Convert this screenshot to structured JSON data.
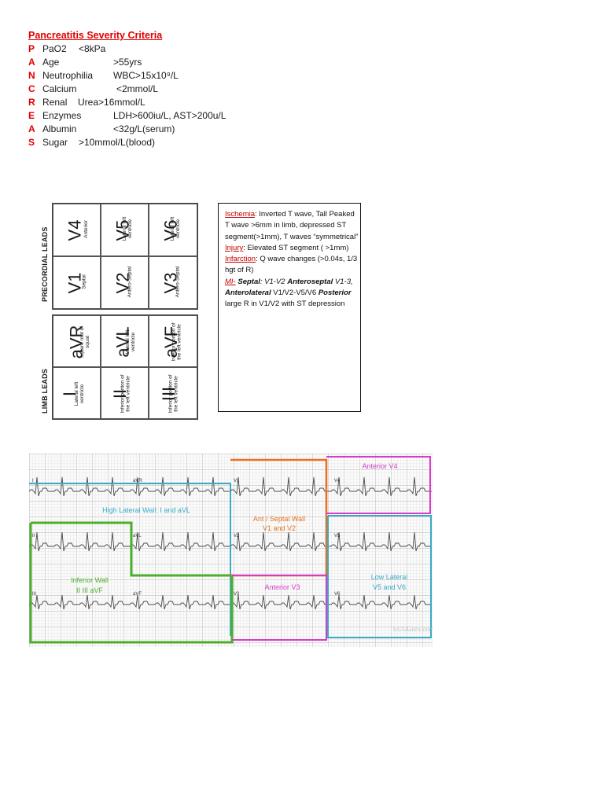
{
  "pancreatitis": {
    "title": "Pancreatitis Severity Criteria",
    "rows": [
      {
        "letter": "P",
        "name": "PaO2",
        "value": "<8kPa"
      },
      {
        "letter": "A",
        "name": "Age",
        "value": ">55yrs"
      },
      {
        "letter": "N",
        "name": "Neutrophilia",
        "value": "WBC>15x10⁹/L"
      },
      {
        "letter": "C",
        "name": "Calcium",
        "value": "<2mmol/L"
      },
      {
        "letter": "R",
        "name": "Renal",
        "value": "Urea>16mmol/L"
      },
      {
        "letter": "E",
        "name": "Enzymes",
        "value": "LDH>600iu/L, AST>200u/L"
      },
      {
        "letter": "A",
        "name": "Albumin",
        "value": "<32g/L(serum)"
      },
      {
        "letter": "S",
        "name": "Sugar",
        "value": ">10mmol/L(blood)"
      }
    ]
  },
  "leads_table": {
    "precordial_label": "PRECORDIAL LEADS",
    "limb_label": "LIMB LEADS",
    "precordial": [
      {
        "lead": "V4",
        "desc": "Anterior"
      },
      {
        "lead": "V5",
        "desc": "Lateral left\nventricle"
      },
      {
        "lead": "V6",
        "desc": "Lateral left\nventricle"
      },
      {
        "lead": "V1",
        "desc": "Septal"
      },
      {
        "lead": "V2",
        "desc": "Antero-Septal"
      },
      {
        "lead": "V3",
        "desc": "Antero-Septal"
      }
    ],
    "limb": [
      {
        "lead": "aVR",
        "desc": "square root of\nsquat"
      },
      {
        "lead": "aVL",
        "desc": "Lateral left\nventricle"
      },
      {
        "lead": "aVF",
        "desc": "Inferior portion of\nthe left ventricle"
      },
      {
        "lead": "I",
        "desc": "Lateral left\nventricle"
      },
      {
        "lead": "II",
        "desc": "Inferior portion of\nthe left ventricle"
      },
      {
        "lead": "III",
        "desc": "Inferior portion of\nthe left ventricle"
      }
    ]
  },
  "info": {
    "ischemia_label": "Ischemia",
    "ischemia_text": ": Inverted T wave, Tall Peaked T wave >6mm in limb, depressed ST segment(>1mm), T waves “symmetrical”",
    "injury_label": "Injury",
    "injury_text": ": Elevated ST segment ( >1mm)",
    "infarction_label": "Infarction",
    "infarction_text": ": Q wave changes (>0.04s, 1/3 hgt of R)",
    "mi_label": "MI-",
    "septal_label": "Septal",
    "septal_text": ": V1-V2 ",
    "anteroseptal_label": "Anteroseptal",
    "anteroseptal_text": " V1-3,",
    "anterolateral_label": "Anterolateral",
    "anterolateral_text": " V1/V2-V5/V6 ",
    "posterior_label": "Posterior",
    "posterior_text": " large R in V1/V2 with ST depression"
  },
  "ecg": {
    "lead_labels": [
      "I",
      "aVR",
      "V1",
      "V4",
      "II",
      "aVL",
      "V2",
      "V5",
      "III",
      "aVF",
      "V3",
      "V6"
    ],
    "regions": [
      {
        "label": "Anterior V4",
        "color": "#d63cc8"
      },
      {
        "label": "High Lateral Wall: I and aVL",
        "color": "#3aa9c9"
      },
      {
        "label": "Ant / Septal Wall",
        "label2": "V1 and V2",
        "color": "#e8731f"
      },
      {
        "label": "Inferior Wall",
        "label2": "II  III  aVF",
        "color": "#4caf2a"
      },
      {
        "label": "Anterior V3",
        "color": "#d63cc8"
      },
      {
        "label": "Low Lateral",
        "label2": "V5 and V6",
        "color": "#3aa9c9"
      }
    ],
    "watermark": "ECGGuru.com"
  }
}
